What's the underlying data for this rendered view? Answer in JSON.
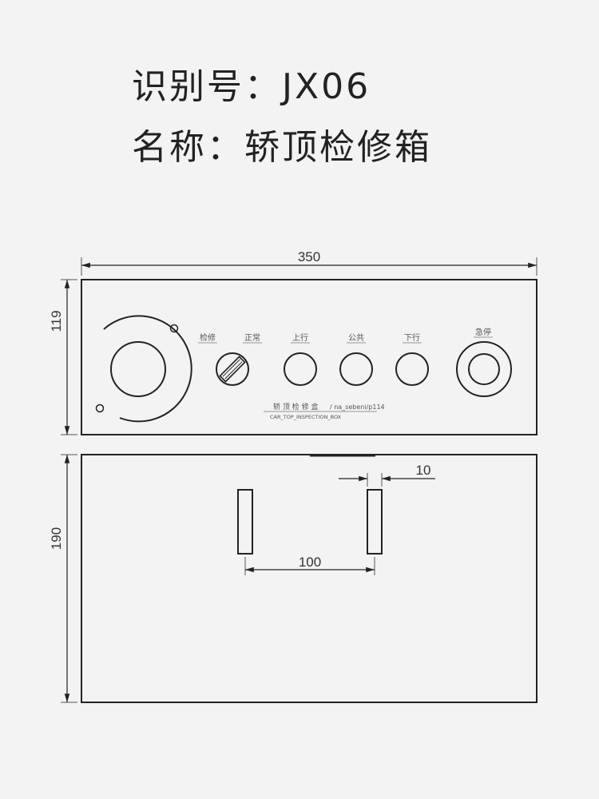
{
  "header": {
    "id_label": "识别号：",
    "id_value": "JX06",
    "name_label": "名称：",
    "name_value": "轿顶检修箱"
  },
  "panel": {
    "labels": {
      "inspect": "检修",
      "normal": "正常",
      "up": "上行",
      "common": "公共",
      "down": "下行",
      "emergency_stop": "急停"
    },
    "nameplate_cn": "轿 顶 检 修 盒",
    "nameplate_cn_suffix": "/ na_sebeni/p114",
    "nameplate_en": "CAR_TOP_INSPECTION_BOX"
  },
  "dimensions": {
    "width": "350",
    "front_height": "119",
    "bottom_height": "190",
    "slot_spacing": "100",
    "slot_width": "10"
  },
  "colors": {
    "line": "#222222",
    "background": "#f3f3f3"
  }
}
